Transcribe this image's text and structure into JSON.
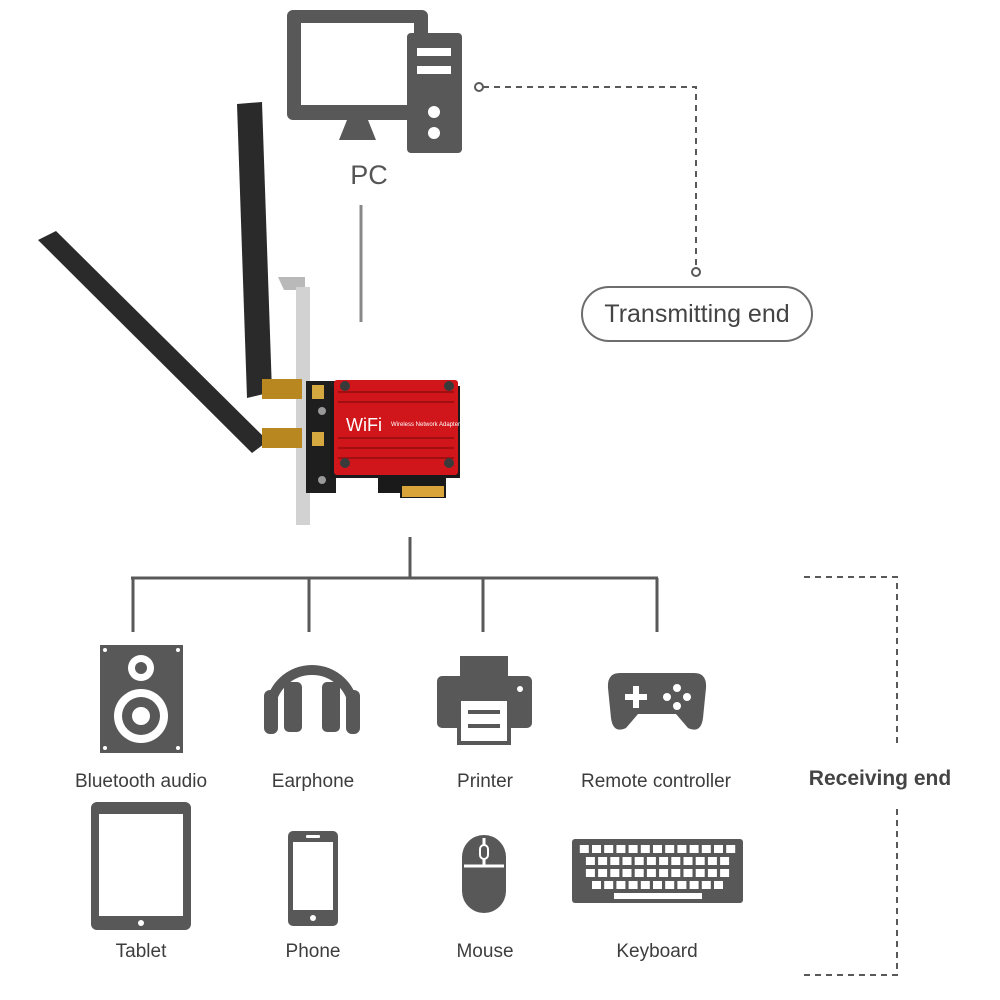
{
  "pc": {
    "label": "PC",
    "icon": "desktop-computer-icon"
  },
  "transmitting": {
    "label": "Transmitting end"
  },
  "receiving": {
    "label": "Receiving end"
  },
  "adapter": {
    "brand": "WiFi",
    "subtitle": "Wireless Network Adapter",
    "heatsink_color": "#d0161b",
    "icon": "pcie-wifi-card-icon"
  },
  "devices": [
    {
      "label": "Bluetooth audio",
      "icon": "speaker-icon"
    },
    {
      "label": "Earphone",
      "icon": "headphones-icon"
    },
    {
      "label": "Printer",
      "icon": "printer-icon"
    },
    {
      "label": "Remote controller",
      "icon": "gamepad-icon"
    },
    {
      "label": "Tablet",
      "icon": "tablet-icon"
    },
    {
      "label": "Phone",
      "icon": "phone-icon"
    },
    {
      "label": "Mouse",
      "icon": "mouse-icon"
    },
    {
      "label": "Keyboard",
      "icon": "keyboard-icon"
    }
  ],
  "colors": {
    "icon": "#585858",
    "line": "#595959",
    "accent": "#d0161b"
  }
}
